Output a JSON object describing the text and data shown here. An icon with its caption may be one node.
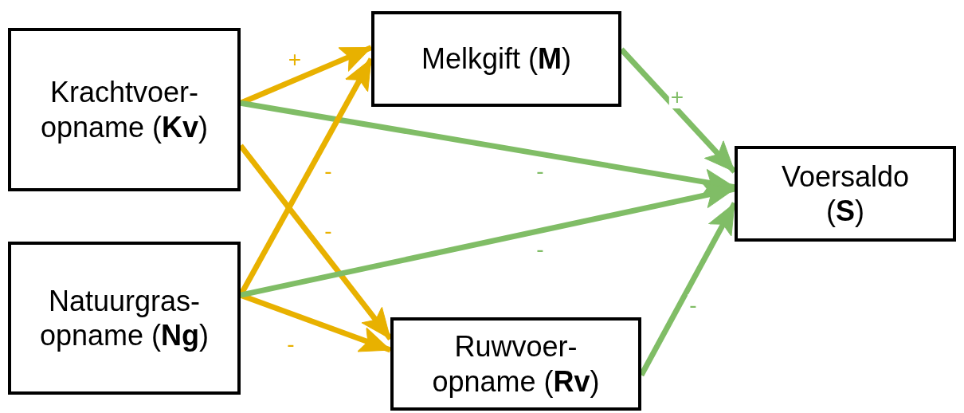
{
  "diagram": {
    "nodes": [
      {
        "text": [
          "Krachtvoer- opname (**Kv**)"
        ]
      },
      {
        "text": [
          "Melkgift (**M**)"
        ]
      },
      {
        "text": [
          "Natuurgras- opname (**Ng**)"
        ]
      },
      {
        "text": [
          "Voersaldo (**S**)"
        ]
      },
      {
        "text": [
          "Ruwvoer- opname (**Rv**)"
        ]
      }
    ],
    "edges": [
      {
        "from": 0,
        "to": 1,
        "arrow": "to",
        "label": "+",
        "color": "#e8b100"
      },
      {
        "from": 0,
        "to": 4,
        "arrow": "to",
        "label": "-",
        "color": "#e8b100"
      },
      {
        "from": 0,
        "to": 3,
        "arrow": "to",
        "label": "-",
        "color": "#80bd66"
      },
      {
        "from": 2,
        "to": 1,
        "arrow": "to",
        "label": "-",
        "color": "#e8b100"
      },
      {
        "from": 2,
        "to": 4,
        "arrow": "to",
        "label": "-",
        "color": "#e8b100"
      },
      {
        "from": 2,
        "to": 3,
        "arrow": "to",
        "label": "-",
        "color": "#80bd66"
      },
      {
        "from": 1,
        "to": 3,
        "arrow": "to",
        "label": "+",
        "color": "#80bd66"
      },
      {
        "from": 4,
        "to": 3,
        "arrow": "to",
        "label": "-",
        "color": "#80bd66"
      }
    ]
  }
}
